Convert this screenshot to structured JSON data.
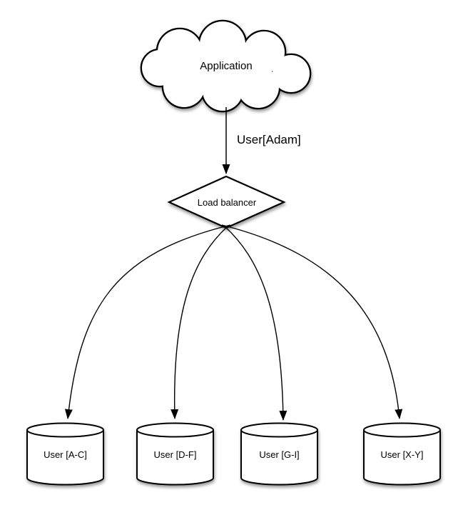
{
  "diagram": {
    "kind": "database-sharding-architecture",
    "background_color": "#ffffff",
    "stroke_color": "#000000",
    "shape_fill_color": "#ffffff",
    "text_color": "#000000",
    "nodes": {
      "application": {
        "label": "Application",
        "shape": "cloud"
      },
      "load_balancer": {
        "label": "Load balancer",
        "shape": "diamond"
      },
      "shards": [
        {
          "label": "User [A-C]",
          "shape": "cylinder"
        },
        {
          "label": "User [D-F]",
          "shape": "cylinder"
        },
        {
          "label": "User [G-I]",
          "shape": "cylinder"
        },
        {
          "label": "User [X-Y]",
          "shape": "cylinder"
        }
      ]
    },
    "edges": {
      "app_to_lb": {
        "label": "User[Adam]",
        "from": "application",
        "to": "load_balancer",
        "style": "straight-arrow"
      },
      "lb_to_shard_1": {
        "label": "",
        "from": "load_balancer",
        "to": "shard-1",
        "style": "curved-arrow"
      },
      "lb_to_shard_2": {
        "label": "",
        "from": "load_balancer",
        "to": "shard-2",
        "style": "curved-arrow"
      },
      "lb_to_shard_3": {
        "label": "",
        "from": "load_balancer",
        "to": "shard-3",
        "style": "curved-arrow"
      },
      "lb_to_shard_4": {
        "label": "",
        "from": "load_balancer",
        "to": "shard-4",
        "style": "curved-arrow"
      }
    }
  }
}
